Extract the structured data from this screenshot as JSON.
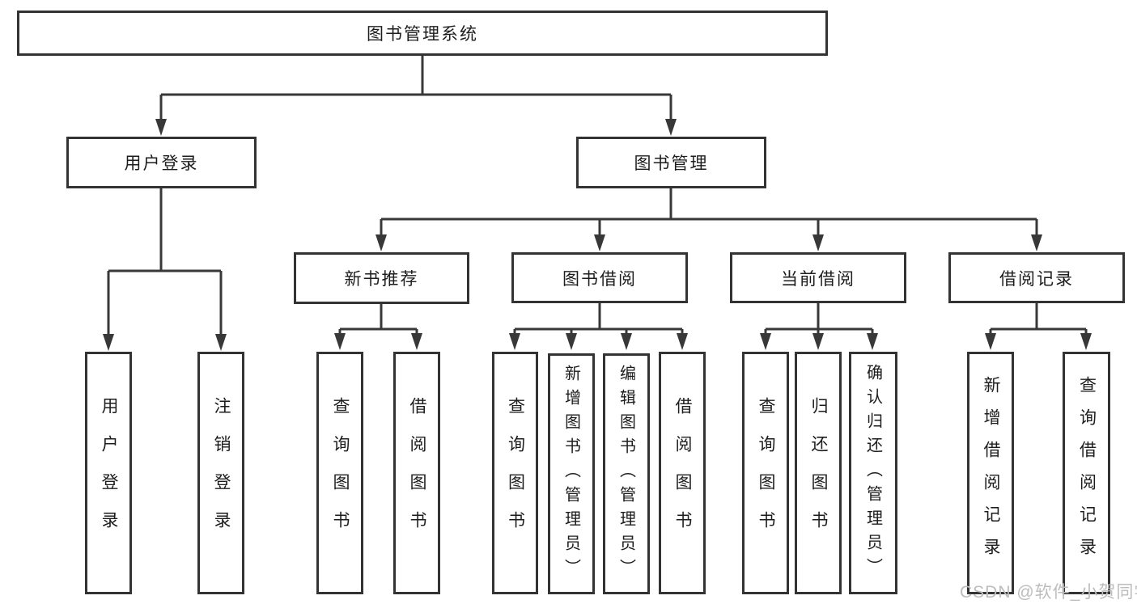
{
  "diagram": {
    "type": "hierarchy-tree",
    "title": "图书管理系统"
  },
  "colors": {
    "background": "#ffffff",
    "node_border": "#333333",
    "connector_line": "#383838",
    "text": "#1d1d1d",
    "watermark_text": "#bdbdbd"
  },
  "nodes": {
    "root": {
      "label": "图书管理系统"
    },
    "user_login": {
      "label": "用户登录",
      "leaves": [
        {
          "label": "用户登录"
        },
        {
          "label": "注销登录"
        }
      ]
    },
    "book_management": {
      "label": "图书管理",
      "sections": [
        {
          "label": "新书推荐",
          "leaves": [
            {
              "label": "查询图书"
            },
            {
              "label": "借阅图书"
            }
          ]
        },
        {
          "label": "图书借阅",
          "leaves": [
            {
              "label": "查询图书"
            },
            {
              "label": "新增图书（管理员）"
            },
            {
              "label": "编辑图书（管理员）"
            },
            {
              "label": "借阅图书"
            }
          ]
        },
        {
          "label": "当前借阅",
          "leaves": [
            {
              "label": "查询图书"
            },
            {
              "label": "归还图书"
            },
            {
              "label": "确认归还（管理员）"
            }
          ]
        },
        {
          "label": "借阅记录",
          "leaves": [
            {
              "label": "新增借阅记录"
            },
            {
              "label": "查询借阅记录"
            }
          ]
        }
      ]
    }
  },
  "watermark": {
    "text": "CSDN @软件_小贺同学"
  }
}
